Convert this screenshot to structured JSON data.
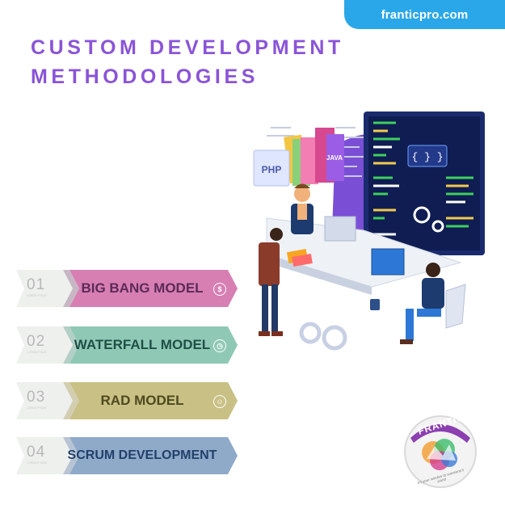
{
  "site_url": "franticpro.com",
  "title": {
    "line1": "CUSTOM DEVELOPMENT",
    "line2": "METHODOLOGIES"
  },
  "illustration": {
    "book_labels": [
      "PHP",
      "JAVA"
    ],
    "code_symbol": "{ } }"
  },
  "steps": [
    {
      "number": "01",
      "sub": "LOREM IPSUM",
      "label": "BIG BANG MODEL",
      "icon": "dollar-icon",
      "icon_glyph": "$",
      "color": "#d77fb3",
      "text_color": "#5c2a58"
    },
    {
      "number": "02",
      "sub": "LOREM IPSUM",
      "label": "WATERFALL MODEL",
      "icon": "clock-icon",
      "icon_glyph": "◷",
      "color": "#8fc9b6",
      "text_color": "#1f4f45"
    },
    {
      "number": "03",
      "sub": "LOREM IPSUM",
      "label": "RAD MODEL",
      "icon": "smiley-icon",
      "icon_glyph": "☺",
      "color": "#c9c085",
      "text_color": "#4e4a1f"
    },
    {
      "number": "04",
      "sub": "LOREM IPSUM",
      "label": "SCRUM DEVELOPMENT",
      "icon": "none",
      "icon_glyph": "",
      "color": "#8fa9c9",
      "text_color": "#23406a"
    }
  ],
  "logo": {
    "text": "FRANTIC",
    "tagline": "It's your window to someone's world"
  },
  "colors": {
    "accent": "#8a54d8",
    "badge": "#2aa7e8"
  }
}
